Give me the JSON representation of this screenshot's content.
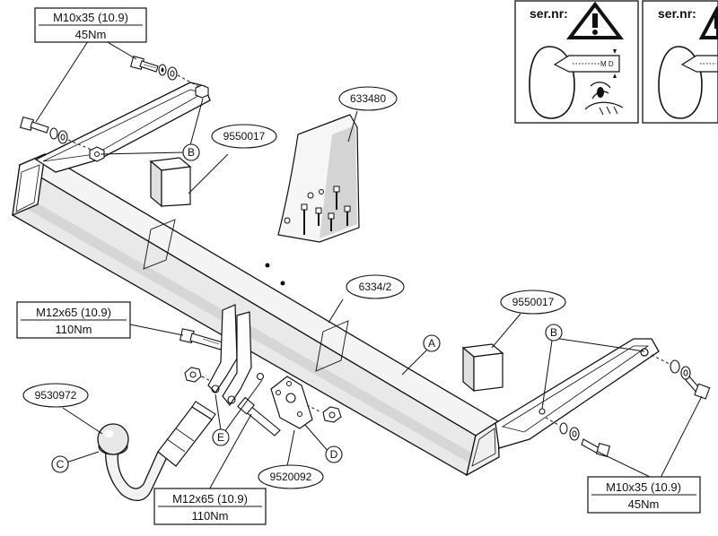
{
  "spec_boxes": {
    "top_left": {
      "bolt": "M10x35 (10.9)",
      "torque": "45Nm"
    },
    "left_mid": {
      "bolt": "M12x65 (10.9)",
      "torque": "110Nm"
    },
    "bottom_mid": {
      "bolt": "M12x65 (10.9)",
      "torque": "110Nm"
    },
    "bottom_right": {
      "bolt": "M10x35 (10.9)",
      "torque": "45Nm"
    }
  },
  "part_numbers": {
    "plate_top": "9550017",
    "bolt_kit": "633480",
    "crossbar": "6334/2",
    "plate_right": "9550017",
    "tow_ball": "9530972",
    "socket_plate": "9520092"
  },
  "callout_letters": {
    "b_top": "B",
    "a_bar": "A",
    "b_right": "B",
    "c_ball": "C",
    "e_bracket": "E",
    "d_plate": "D"
  },
  "serial_panels": {
    "left": {
      "label": "ser.nr:",
      "tag_text": "M D"
    },
    "right": {
      "label": "ser.nr:"
    }
  }
}
